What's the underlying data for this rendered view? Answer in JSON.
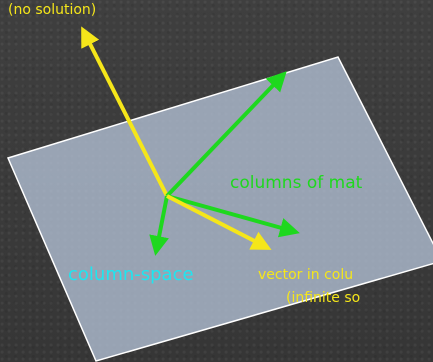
{
  "labels": {
    "no_solution": "(no  solution)",
    "columns_of_matrix": "columns of mat",
    "column_space": "column-space",
    "vector_in_column": "vector in colu",
    "infinite_solutions": "(infinite so"
  },
  "colors": {
    "plane_fill": "#b3c2d6",
    "plane_stroke": "#ffffff",
    "vector_yellow": "#f5e61a",
    "vector_green": "#1ed81e",
    "label_yellow": "#f5e61a",
    "label_green": "#1ed81e",
    "label_cyan": "#1ee6f0"
  }
}
